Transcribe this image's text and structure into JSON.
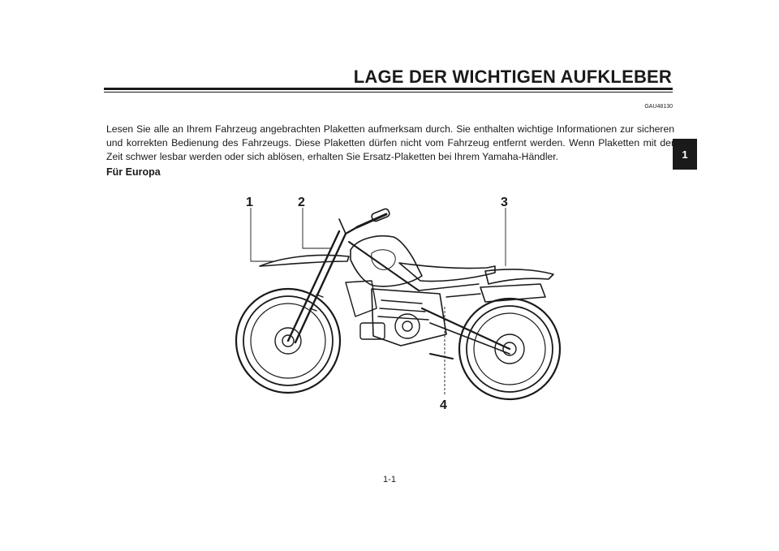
{
  "header": {
    "title": "LAGE DER WICHTIGEN AUFKLEBER",
    "code": "GAU48130"
  },
  "body": {
    "intro": "Lesen Sie alle an Ihrem Fahrzeug angebrachten Plaketten aufmerksam durch. Sie enthalten wichtige Informationen zur sicheren und korrekten Bedienung des Fahrzeugs. Diese Plaketten dürfen nicht vom Fahrzeug entfernt werden. Wenn Plaketten mit der Zeit schwer lesbar werden oder sich ablösen, erhalten Sie Ersatz-Plaketten bei Ihrem Yamaha-Händler.",
    "subheading": "Für Europa"
  },
  "figure": {
    "callouts": [
      "1",
      "2",
      "3",
      "4"
    ]
  },
  "sidebar": {
    "chapter": "1"
  },
  "footer": {
    "page_number": "1-1"
  }
}
